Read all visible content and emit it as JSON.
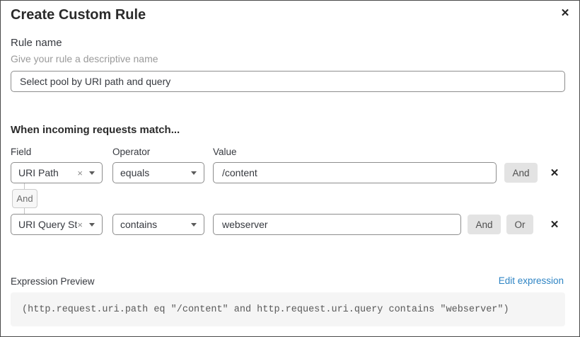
{
  "dialog": {
    "title": "Create Custom Rule",
    "close_icon": "✕"
  },
  "rule_name": {
    "label": "Rule name",
    "helper": "Give your rule a descriptive name",
    "value": "Select pool by URI path and query"
  },
  "match": {
    "heading": "When incoming requests match...",
    "columns": {
      "field": "Field",
      "operator": "Operator",
      "value": "Value"
    },
    "connector_label": "And",
    "rows": [
      {
        "field": "URI Path",
        "operator": "equals",
        "value": "/content",
        "and_label": "And",
        "clear_icon": "×",
        "remove_icon": "✕"
      },
      {
        "field": "URI Query St...",
        "operator": "contains",
        "value": "webserver",
        "and_label": "And",
        "or_label": "Or",
        "clear_icon": "×",
        "remove_icon": "✕"
      }
    ]
  },
  "expression": {
    "label": "Expression Preview",
    "edit_link": "Edit expression",
    "code": "(http.request.uri.path eq \"/content\" and http.request.uri.query contains \"webserver\")"
  },
  "colors": {
    "link_blue": "#2e84c4",
    "button_gray": "#e3e3e3",
    "border_gray": "#8d8d8d",
    "helper_gray": "#9a9a9a",
    "code_bg": "#f5f5f5",
    "dialog_border": "#4a4a4a"
  }
}
